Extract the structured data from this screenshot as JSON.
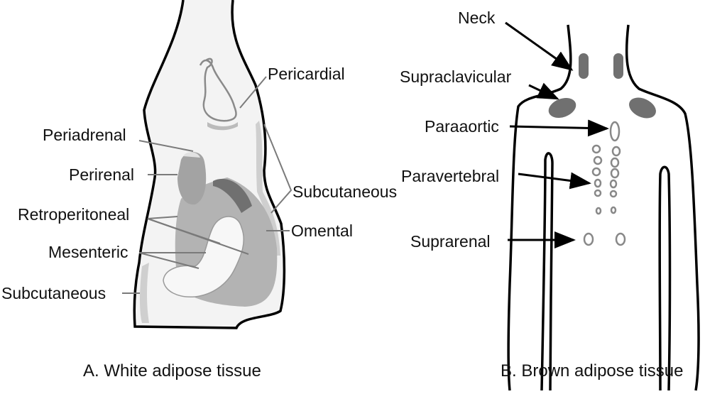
{
  "panel_a": {
    "caption": "A. White adipose tissue",
    "labels": {
      "pericardial": "Pericardial",
      "periadrenal": "Periadrenal",
      "perirenal": "Perirenal",
      "subcutaneous_right": "Subcutaneous",
      "retroperitoneal": "Retroperitoneal",
      "omental": "Omental",
      "mesenteric": "Mesenteric",
      "subcutaneous_left": "Subcutaneous"
    }
  },
  "panel_b": {
    "caption": "B. Brown adipose tissue",
    "labels": {
      "neck": "Neck",
      "supraclavicular": "Supraclavicular",
      "paraaortic": "Paraaortic",
      "paravertebral": "Paravertebral",
      "suprarenal": "Suprarenal"
    }
  },
  "colors": {
    "outline": "#000000",
    "fat_light": "#cfcfcf",
    "fat_mid": "#a9a9a9",
    "fat_dark": "#707070",
    "leader": "#7a7a7a"
  }
}
